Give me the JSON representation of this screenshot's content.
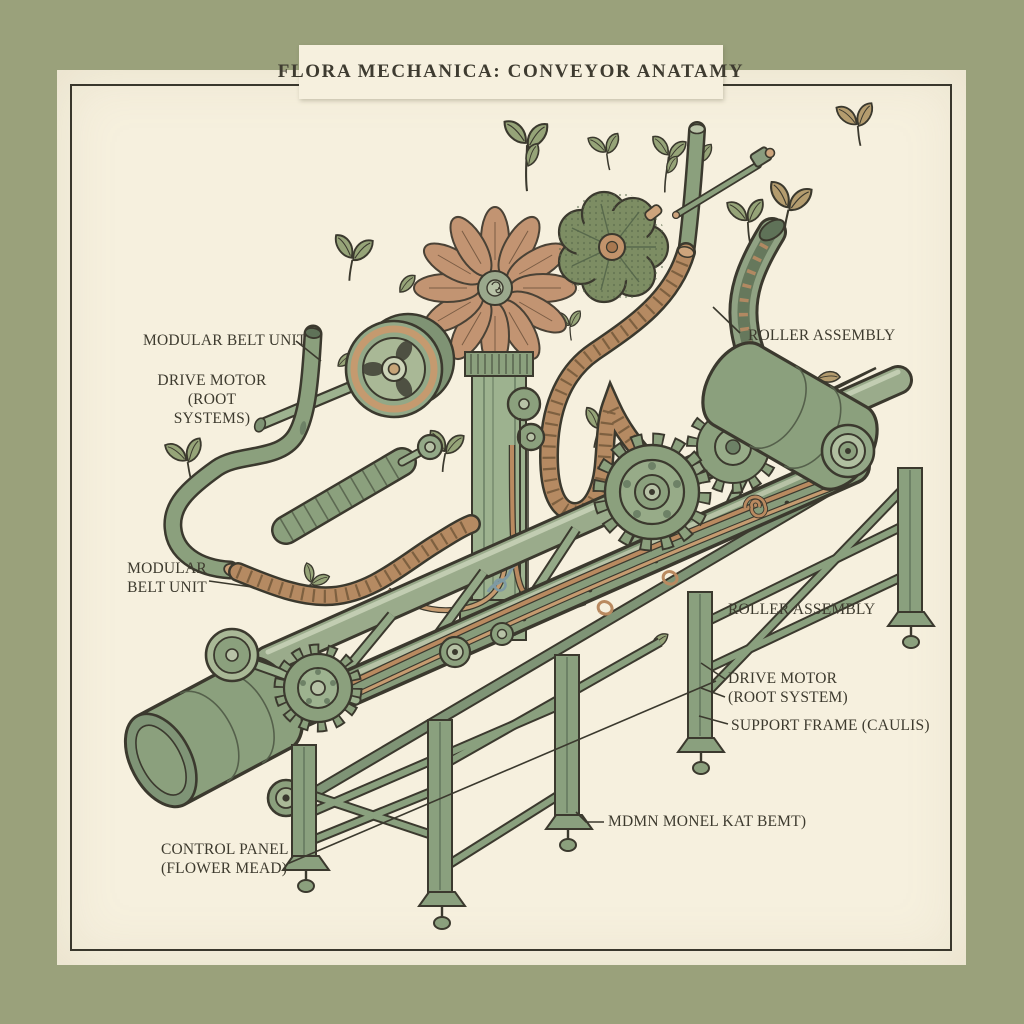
{
  "title": "FLORA MECHANICA: CONVEYOR ANATAMY",
  "palette": {
    "background_olive": "#9aa17b",
    "panel_cream": "#f6f0de",
    "ink_outline": "#3b392e",
    "machine_green": "#8ba07d",
    "machine_green_light": "#b7c2a6",
    "machine_green_dark": "#6d8166",
    "copper_pipe": "#b98a60",
    "chain_belt_tan": "#b58a62",
    "flower_petal_tan": "#c29472",
    "gear_flower_green": "#7d8d63",
    "leaf_green": "#96a478",
    "leaf_tan": "#b49c6e"
  },
  "labels": {
    "belt_unit_top": "MODULAR BELT UNIT",
    "drive_motor_left": [
      "DRIVE MOTOR",
      "(ROOT SYSTEMS)"
    ],
    "roller_assembly_top": "ROLLER ASSEMBLY",
    "belt_unit_side": [
      "MODULAR",
      "BELT UNIT"
    ],
    "roller_assembly_side": "ROLLER ASSEMBLY",
    "drive_motor_right": [
      "DRIVE MOTOR",
      "(ROOT SYSTEM)"
    ],
    "support_frame": "SUPPORT FRAME (CAULIS)",
    "main_frame_garbled": "MDMN MONEL KAT BEMT)",
    "control_panel": [
      "CONTROL PANEL",
      "(FLOWER MEAD)"
    ]
  },
  "illustration": {
    "style": "vintage botanical-mechanical engraving",
    "components": [
      "daisy-flower",
      "gear-flower",
      "tall-stem-tube",
      "cross-rod",
      "curved-roller-track",
      "chain-belt",
      "flywheel-pulley",
      "ribbed-roller-shaft",
      "s-curve-tube",
      "conveyor-bed",
      "left-drum-roller",
      "right-drum-roller",
      "sprocket-gear",
      "large-gear",
      "mast-tower",
      "support-legs",
      "ball-feet",
      "copper-pipes",
      "scattered-leaves"
    ]
  }
}
